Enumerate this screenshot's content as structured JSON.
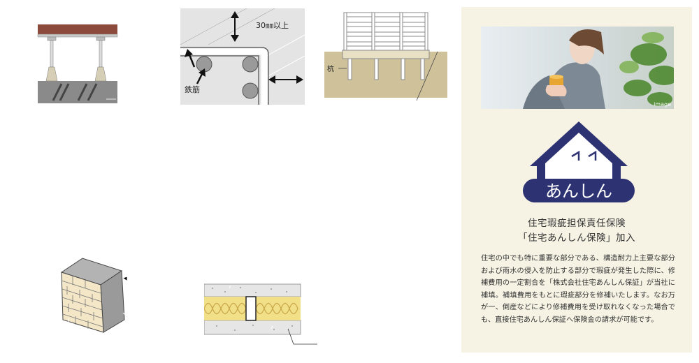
{
  "diagrams": {
    "rebar": {
      "cover_label": "30㎜以上",
      "rebar_label": "鉄筋"
    },
    "foundation": {
      "pile_label": "杭"
    }
  },
  "insurance": {
    "photo_caption": "image",
    "logo_text": "あんしん",
    "title_line1": "住宅瑕疵担保責任保険",
    "title_line2": "「住宅あんしん保険」加入",
    "body": "住宅の中でも特に重要な部分である、構造耐力上主要な部分および雨水の侵入を防止する部分で瑕疵が発生した際に、修補費用の一定割合を「株式会社住宅あんしん保証」が当社に補填。補填費用をもとに瑕疵部分を修補いたします。なお万が一、倒産などにより修補費用を受け取れなくなった場合でも、直接住宅あんしん保証へ保険金の請求が可能です。"
  },
  "colors": {
    "panel_bg": "#f6f3e4",
    "logo_navy": "#2d3272",
    "floor_brown": "#8c4a3c",
    "soil": "#cfc29a",
    "insulation_yellow": "#f2e089"
  }
}
